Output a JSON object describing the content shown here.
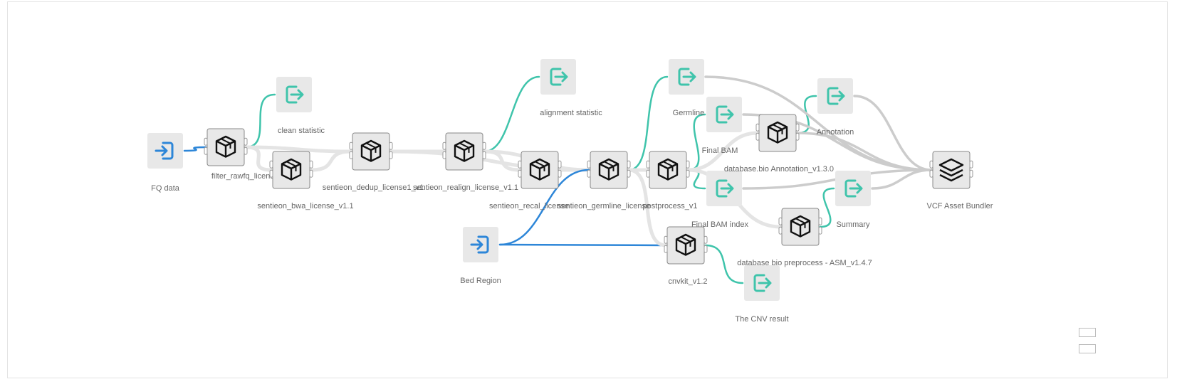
{
  "nodes": [
    {
      "id": "fq_data",
      "kind": "input",
      "label": "FQ data"
    },
    {
      "id": "filter",
      "kind": "process",
      "label": "filter_rawfq_license1"
    },
    {
      "id": "clean_stat",
      "kind": "output",
      "label": "clean statistic"
    },
    {
      "id": "bwa",
      "kind": "process",
      "label": "sentieon_bwa_license_v1.1"
    },
    {
      "id": "dedup",
      "kind": "process",
      "label": "sentieon_dedup_license1_v1"
    },
    {
      "id": "realign",
      "kind": "process",
      "label": "sentieon_realign_license_v1.1"
    },
    {
      "id": "align_stat",
      "kind": "output",
      "label": "alignment statistic"
    },
    {
      "id": "recal",
      "kind": "process",
      "label": "sentieon_recal_license"
    },
    {
      "id": "germline",
      "kind": "process",
      "label": "sentieon_germline_license"
    },
    {
      "id": "postprocess",
      "kind": "process",
      "label": "postprocess_v1"
    },
    {
      "id": "germline_vc",
      "kind": "output",
      "label": "Germline vc"
    },
    {
      "id": "final_bam",
      "kind": "output",
      "label": "Final BAM"
    },
    {
      "id": "final_bam_index",
      "kind": "output",
      "label": "Final BAM index"
    },
    {
      "id": "db_annot",
      "kind": "process",
      "label": "database.bio Annotation_v1.3.0"
    },
    {
      "id": "annotation",
      "kind": "output",
      "label": "Annotation"
    },
    {
      "id": "db_preprocess",
      "kind": "process",
      "label": "database bio preprocess - ASM_v1.4.7"
    },
    {
      "id": "summary",
      "kind": "output",
      "label": "Summary"
    },
    {
      "id": "bed_region",
      "kind": "input",
      "label": "Bed Region"
    },
    {
      "id": "cnvkit",
      "kind": "process",
      "label": "cnvkit_v1.2"
    },
    {
      "id": "cnv_result",
      "kind": "output",
      "label": "The CNV result"
    },
    {
      "id": "vcf_bundler",
      "kind": "bundler",
      "label": "VCF Asset Bundler"
    }
  ],
  "edges": [
    {
      "from": "fq_data",
      "to": "filter",
      "type": "input"
    },
    {
      "from": "filter",
      "to": "clean_stat",
      "type": "output"
    },
    {
      "from": "filter",
      "to": "bwa",
      "type": "data"
    },
    {
      "from": "filter",
      "to": "dedup",
      "type": "data"
    },
    {
      "from": "bwa",
      "to": "dedup",
      "type": "data"
    },
    {
      "from": "dedup",
      "to": "realign",
      "type": "data"
    },
    {
      "from": "dedup",
      "to": "realign",
      "type": "data"
    },
    {
      "from": "realign",
      "to": "align_stat",
      "type": "output"
    },
    {
      "from": "realign",
      "to": "recal",
      "type": "data"
    },
    {
      "from": "realign",
      "to": "germline",
      "type": "data"
    },
    {
      "from": "dedup",
      "to": "germline",
      "type": "data"
    },
    {
      "from": "recal",
      "to": "germline",
      "type": "data"
    },
    {
      "from": "bed_region",
      "to": "germline",
      "type": "input"
    },
    {
      "from": "bed_region",
      "to": "cnvkit",
      "type": "input"
    },
    {
      "from": "germline",
      "to": "germline_vc",
      "type": "output"
    },
    {
      "from": "germline",
      "to": "postprocess",
      "type": "data"
    },
    {
      "from": "germline",
      "to": "cnvkit",
      "type": "data"
    },
    {
      "from": "postprocess",
      "to": "final_bam",
      "type": "output"
    },
    {
      "from": "postprocess",
      "to": "final_bam_index",
      "type": "output"
    },
    {
      "from": "postprocess",
      "to": "db_annot",
      "type": "data"
    },
    {
      "from": "postprocess",
      "to": "db_preprocess",
      "type": "data"
    },
    {
      "from": "db_annot",
      "to": "annotation",
      "type": "output"
    },
    {
      "from": "db_preprocess",
      "to": "summary",
      "type": "output"
    },
    {
      "from": "cnvkit",
      "to": "cnv_result",
      "type": "output"
    },
    {
      "from": "germline_vc",
      "to": "vcf_bundler",
      "type": "bundle"
    },
    {
      "from": "final_bam",
      "to": "vcf_bundler",
      "type": "bundle"
    },
    {
      "from": "final_bam_index",
      "to": "vcf_bundler",
      "type": "bundle"
    },
    {
      "from": "db_annot",
      "to": "vcf_bundler",
      "type": "bundle"
    },
    {
      "from": "annotation",
      "to": "vcf_bundler",
      "type": "bundle"
    },
    {
      "from": "summary",
      "to": "vcf_bundler",
      "type": "bundle"
    }
  ],
  "colors": {
    "input": "#2d86d8",
    "output": "#3fc4ab",
    "data": "#e4e4e4",
    "bundle": "#cccccc",
    "node_bg": "#e8e8e8",
    "node_border": "#888888",
    "icon": "#111111"
  },
  "icons": {
    "input": "sign-in-icon",
    "output": "sign-out-icon",
    "process": "cube-icon",
    "bundler": "layers-icon"
  }
}
